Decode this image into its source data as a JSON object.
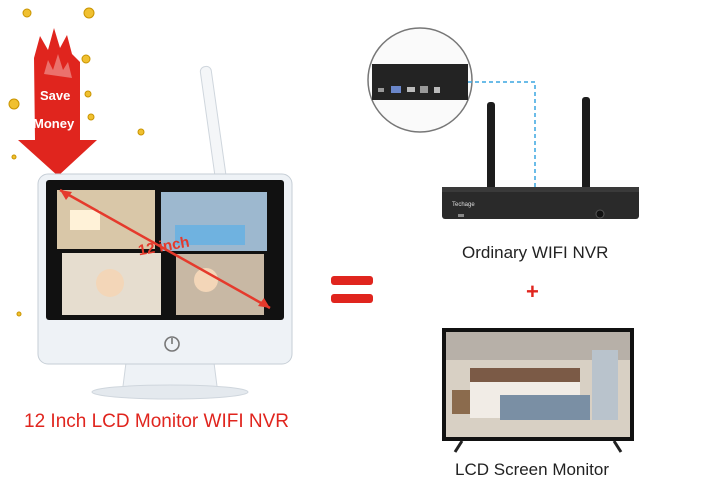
{
  "badge": {
    "line1": "Save",
    "line2": "Money"
  },
  "monitor": {
    "screen_label": "12 inch",
    "caption": "12 Inch LCD Monitor WIFI NVR"
  },
  "nvr": {
    "brand": "Techage",
    "caption": "Ordinary WIFI NVR"
  },
  "plus_sign": "+",
  "lcd": {
    "caption": "LCD Screen Monitor"
  },
  "colors": {
    "accent_red": "#e0251e",
    "nvr_body": "#2a2a2a",
    "monitor_frame": "#eef2f6",
    "dashed_line": "#3aa5e0"
  },
  "icons": [
    "coin-icon",
    "power-icon",
    "equals-icon",
    "plus-icon"
  ]
}
